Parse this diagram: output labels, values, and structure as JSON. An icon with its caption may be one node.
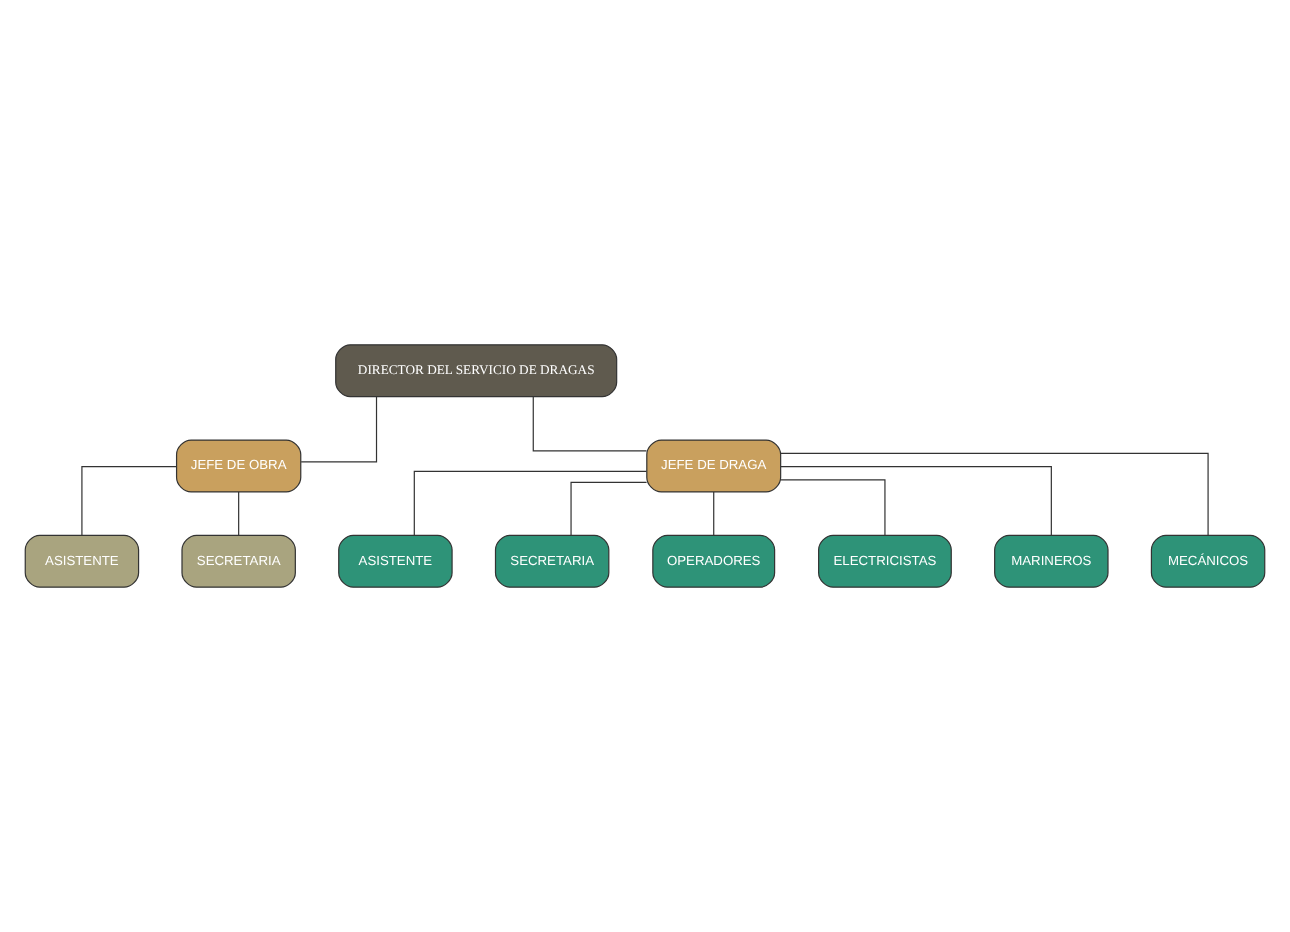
{
  "diagram": {
    "nodes": [
      {
        "text": [
          "DIRECTOR DEL SERVICIO DE DRAGAS"
        ]
      },
      {
        "text": [
          "JEFE DE OBRA"
        ]
      },
      {
        "text": [
          "JEFE DE DRAGA"
        ]
      },
      {
        "text": [
          "ASISTENTE"
        ]
      },
      {
        "text": [
          "SECRETARIA"
        ]
      },
      {
        "text": [
          "ASISTENTE"
        ]
      },
      {
        "text": [
          "SECRETARIA"
        ]
      },
      {
        "text": [
          "OPERADORES"
        ]
      },
      {
        "text": [
          "ELECTRICISTAS"
        ]
      },
      {
        "text": [
          "MARINEROS"
        ]
      },
      {
        "text": [
          "MECÁNICOS"
        ]
      }
    ],
    "edges": [
      {
        "from": 0,
        "to": 1,
        "arrow": "none"
      },
      {
        "from": 0,
        "to": 2,
        "arrow": "none"
      },
      {
        "from": 1,
        "to": 3,
        "arrow": "none"
      },
      {
        "from": 1,
        "to": 4,
        "arrow": "none"
      },
      {
        "from": 2,
        "to": 5,
        "arrow": "none"
      },
      {
        "from": 2,
        "to": 6,
        "arrow": "none"
      },
      {
        "from": 2,
        "to": 7,
        "arrow": "none"
      },
      {
        "from": 2,
        "to": 8,
        "arrow": "none"
      },
      {
        "from": 2,
        "to": 9,
        "arrow": "none"
      },
      {
        "from": 2,
        "to": 10,
        "arrow": "none"
      }
    ]
  }
}
